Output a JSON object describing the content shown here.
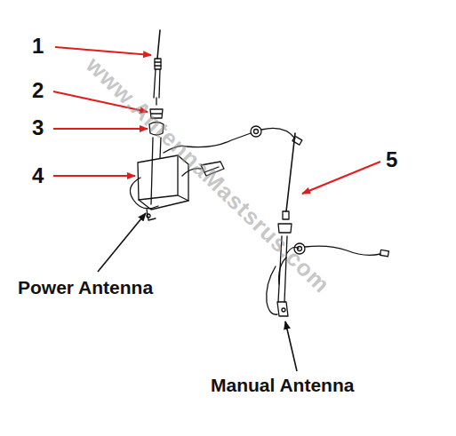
{
  "diagram": {
    "labels": [
      "1",
      "2",
      "3",
      "4",
      "5",
      "Power Antenna",
      "Manual Antenna",
      "www.AntennaMastsrus.com"
    ]
  }
}
